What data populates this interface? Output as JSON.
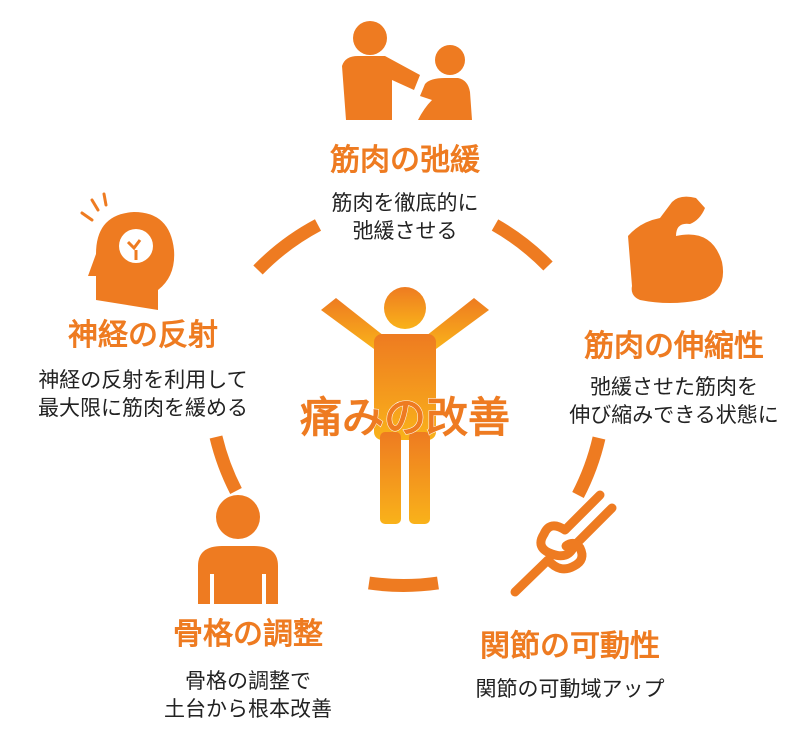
{
  "colors": {
    "accent": "#ee7b21",
    "accent_light": "#f7a51d",
    "text": "#222222"
  },
  "center": {
    "title": "痛みの改善",
    "icon": "person-arms-raised-icon"
  },
  "nodes": [
    {
      "id": "muscle-relax",
      "title": "筋肉の弛緩",
      "desc": [
        "筋肉を徹底的に",
        "弛緩させる"
      ],
      "icon": "massage-therapist-icon"
    },
    {
      "id": "muscle-stretch",
      "title": "筋肉の伸縮性",
      "desc": [
        "弛緩させた筋肉を",
        "伸び縮みできる状態に"
      ],
      "icon": "flexed-bicep-icon"
    },
    {
      "id": "joint-mobility",
      "title": "関節の可動性",
      "desc": [
        "関節の可動域アップ"
      ],
      "icon": "knee-joint-icon"
    },
    {
      "id": "skeleton-adjust",
      "title": "骨格の調整",
      "desc": [
        "骨格の調整で",
        "土台から根本改善"
      ],
      "icon": "person-bust-icon"
    },
    {
      "id": "nerve-reflex",
      "title": "神経の反射",
      "desc": [
        "神経の反射を利用して",
        "最大限に筋肉を緩める"
      ],
      "icon": "head-brain-icon"
    }
  ]
}
